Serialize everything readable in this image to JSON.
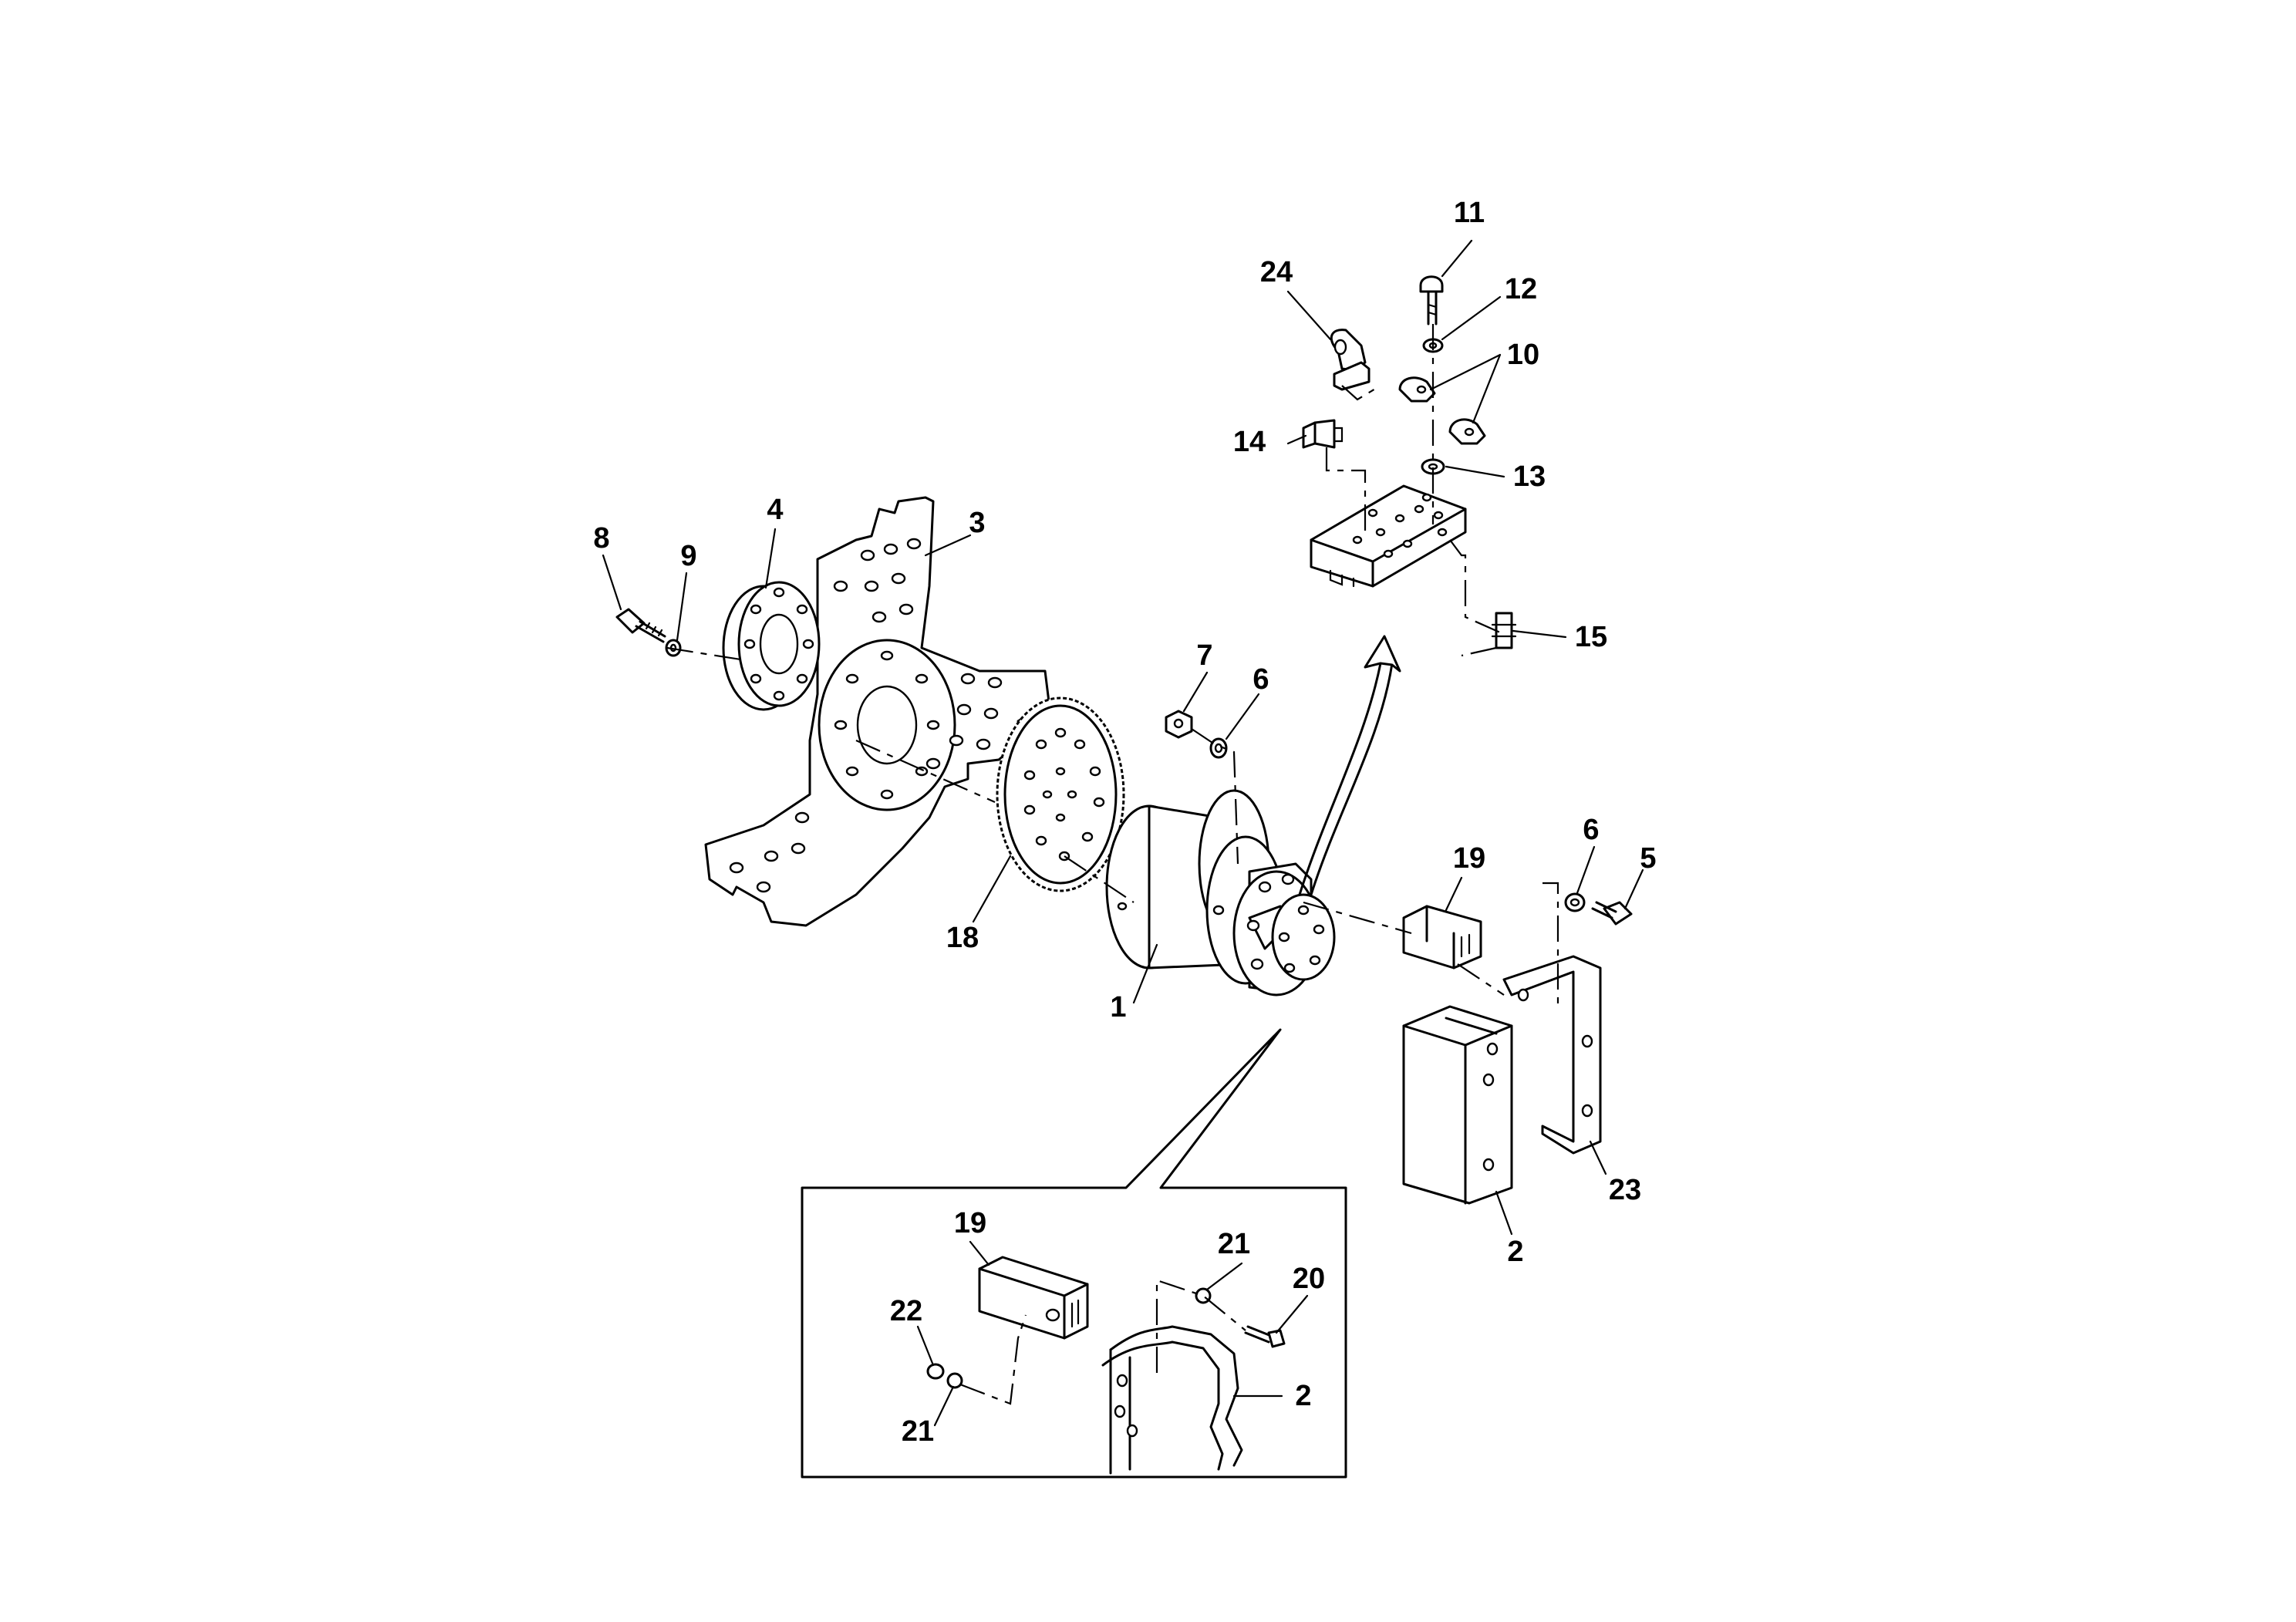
{
  "callouts": {
    "c1": "1",
    "c2": "2",
    "c3": "3",
    "c4": "4",
    "c5": "5",
    "c6a": "6",
    "c6b": "6",
    "c7": "7",
    "c8": "8",
    "c9": "9",
    "c10": "10",
    "c11": "11",
    "c12": "12",
    "c13": "13",
    "c14": "14",
    "c15": "15",
    "c18": "18",
    "c19": "19",
    "c23": "23",
    "c24": "24"
  },
  "detail_callouts": {
    "c19": "19",
    "c20": "20",
    "c21a": "21",
    "c21b": "21",
    "c22": "22",
    "c2": "2"
  }
}
